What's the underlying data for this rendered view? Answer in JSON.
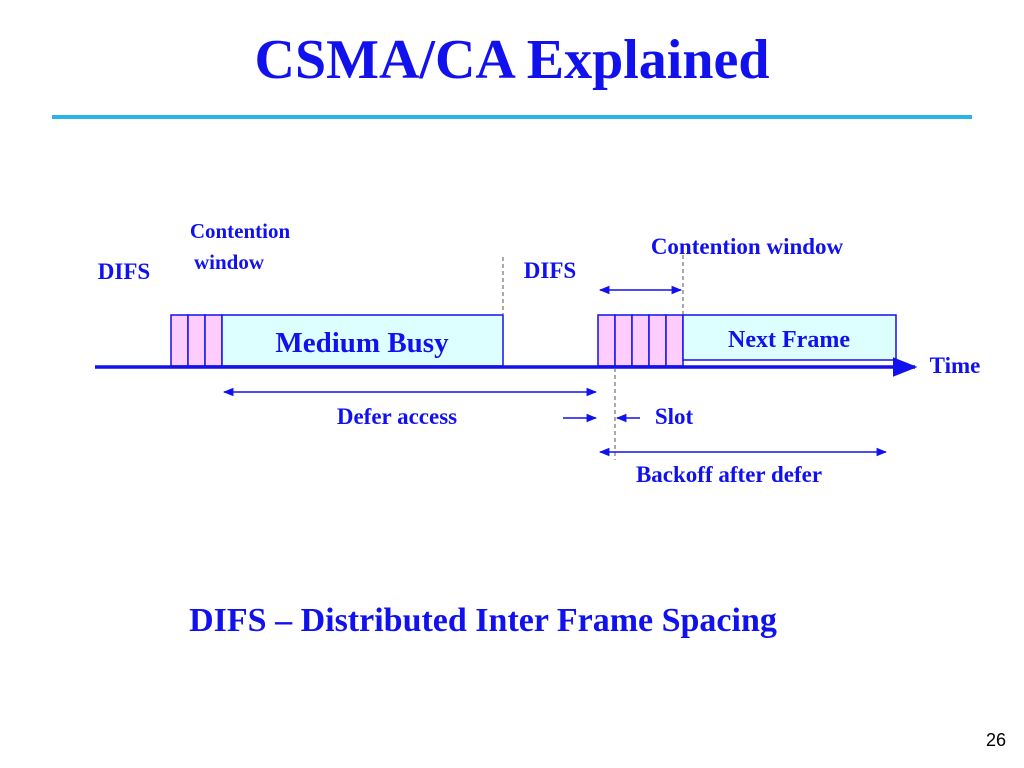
{
  "slide": {
    "title": "CSMA/CA Explained",
    "definition": "DIFS – Distributed Inter Frame Spacing",
    "page_number": "26"
  },
  "diagram": {
    "labels": {
      "difs_left": "DIFS",
      "contention_window_left_line1": "Contention",
      "contention_window_left_line2": "window",
      "difs_right": "DIFS",
      "contention_window_right": "Contention window",
      "medium_busy": "Medium Busy",
      "next_frame": "Next Frame",
      "time": "Time",
      "defer_access": "Defer access",
      "slot": "Slot",
      "backoff_after_defer": "Backoff after defer"
    }
  },
  "colors": {
    "text": "#1111ee",
    "rule": "#2bb4e8",
    "slot_fill": "#ffccff",
    "frame_fill": "#ddffff"
  }
}
